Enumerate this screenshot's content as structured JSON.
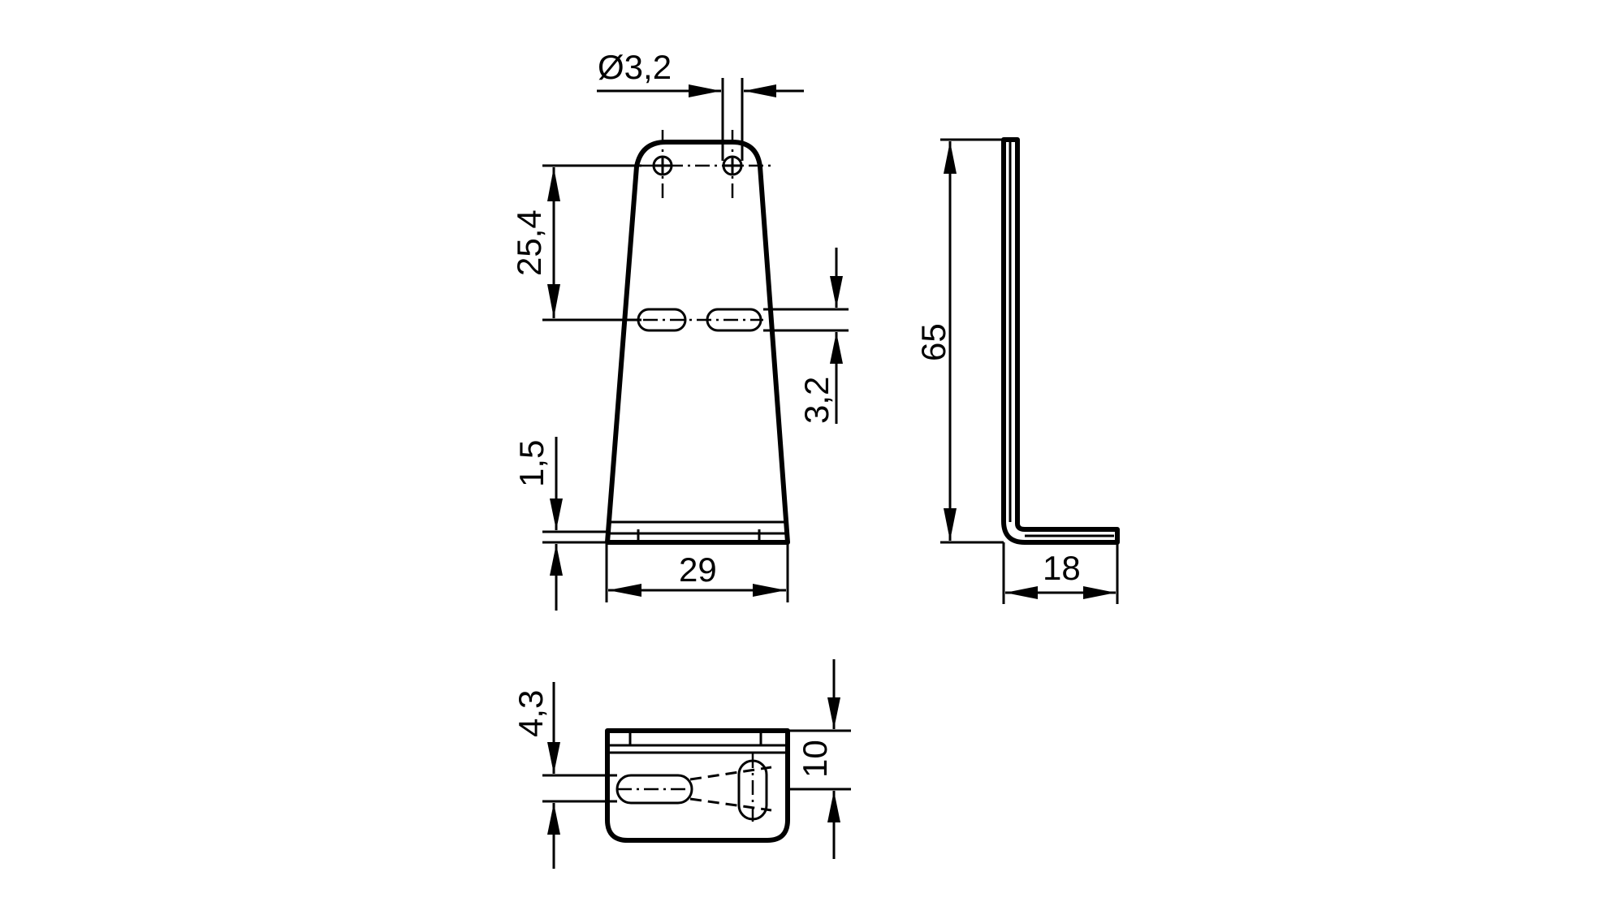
{
  "drawing": {
    "type": "technical mounting bracket drawing",
    "line_color": "#000000",
    "background": "#ffffff"
  },
  "dimensions": {
    "hole_diameter": "Ø3,2",
    "hole_to_slot_distance": "25,4",
    "slot_width": "3,2",
    "material_thickness": "1,5",
    "base_width": "29",
    "height": "65",
    "flange_depth": "18",
    "slot_offset_bottom_view": "4,3",
    "bottom_view_height": "10"
  },
  "views": {
    "front": "front view",
    "side": "side view",
    "bottom": "bottom view"
  }
}
